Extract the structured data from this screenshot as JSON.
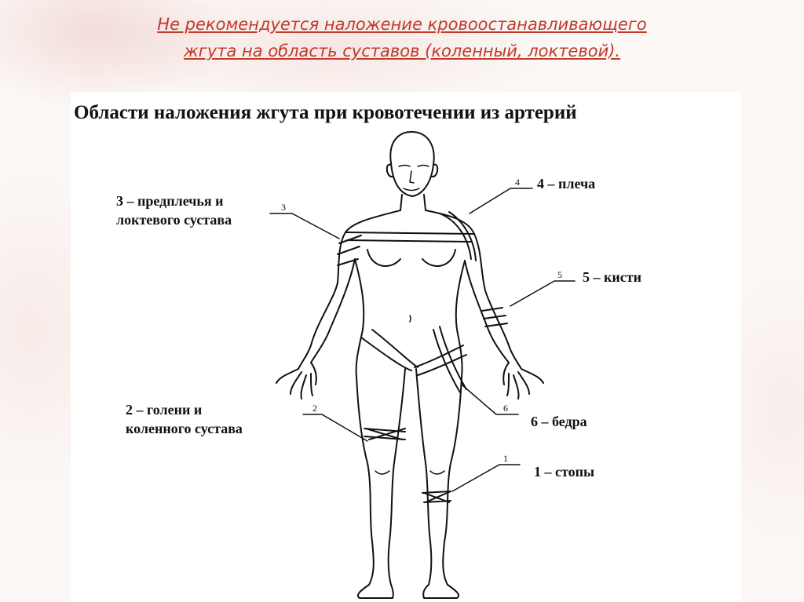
{
  "heading": {
    "line1": "Не  рекомендуется  наложение  кровоостанавливающего",
    "line2": "жгута  на область суставов (коленный, локтевой)."
  },
  "diagram": {
    "title": "Области наложения жгута при кровотечении из артерий",
    "labels": [
      {
        "num": "3",
        "text_line1": "3 – предплечья и",
        "text_line2": "локтевого сустава"
      },
      {
        "num": "4",
        "text": "4 – плеча"
      },
      {
        "num": "5",
        "text": "5 – кисти"
      },
      {
        "num": "2",
        "text_line1": "2 – голени и",
        "text_line2": "коленного сустава"
      },
      {
        "num": "6",
        "text": "6 – бедра"
      },
      {
        "num": "1",
        "text": "1 – стопы"
      }
    ]
  },
  "colors": {
    "heading": "#c0392b",
    "lines": "#111111"
  }
}
